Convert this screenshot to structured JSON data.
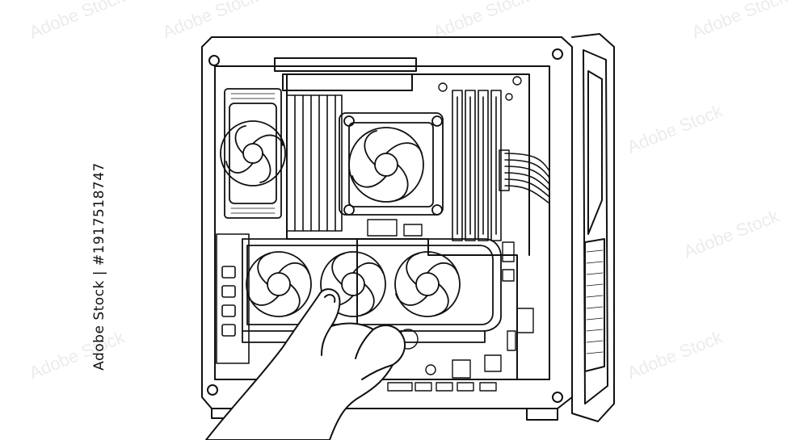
{
  "image": {
    "subject": "line-drawing",
    "background_color": "#ffffff",
    "stroke_color": "#111111"
  },
  "stock_id_text": "Adobe Stock | #1917518747",
  "watermark_text": "Adobe Stock"
}
